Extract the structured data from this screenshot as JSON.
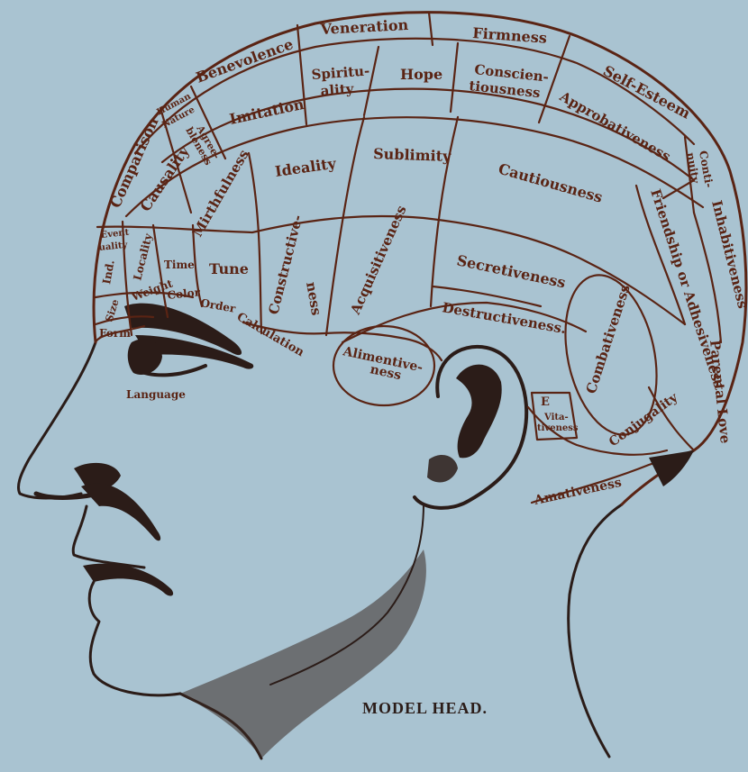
{
  "caption": "MODEL HEAD.",
  "colors": {
    "background": "#a9c3d1",
    "ink": "#5a2414",
    "face": "#2b1c18"
  },
  "regions": {
    "veneration": "Veneration",
    "firmness": "Firmness",
    "benevolence": "Benevolence",
    "self_esteem": "Self-Esteem",
    "spirituality_1": "Spiritu-",
    "spirituality_2": "ality",
    "hope": "Hope",
    "conscientiousness_1": "Conscien-",
    "conscientiousness_2": "tiousness",
    "imitation": "Imitation",
    "approbativeness": "Approbativeness",
    "human_nature_1": "Human",
    "human_nature_2": "Nature",
    "agreeableness_1": "Agree-",
    "agreeableness_2": "bleness",
    "continuity_1": "Conti-",
    "continuity_2": "nuity",
    "comparison": "Comparison",
    "causality": "Causality",
    "ideality": "Ideality",
    "sublimity": "Sublimity",
    "cautiousness": "Cautiousness",
    "mirthfulness": "Mirthfulness",
    "inhabitiveness": "Inhabitiveness",
    "friendship": "Friendship or Adhesiveness",
    "eventuality_1": "Event",
    "eventuality_2": "uality",
    "locality": "Locality",
    "time": "Time",
    "tune": "Tune",
    "constructiveness_1": "Constructive-",
    "constructiveness_2": "ness",
    "acquisitiveness": "Acquisitiveness",
    "secretiveness": "Secretiveness",
    "individuality": "Ind.",
    "size": "Size",
    "weight": "Weight",
    "color": "Color",
    "order": "Order",
    "calculation": "Calculation",
    "destructiveness": "Destructiveness.",
    "combativeness": "Combativeness",
    "parental_love": "Parental Love",
    "form": "Form",
    "alimentiveness_1": "Alimentive-",
    "alimentiveness_2": "ness",
    "language": "Language",
    "vitativeness_1": "E",
    "vitativeness_2": "Vita-",
    "vitativeness_3": "tiveness",
    "conjugality": "Conjugality",
    "amativeness": "Amativeness"
  }
}
